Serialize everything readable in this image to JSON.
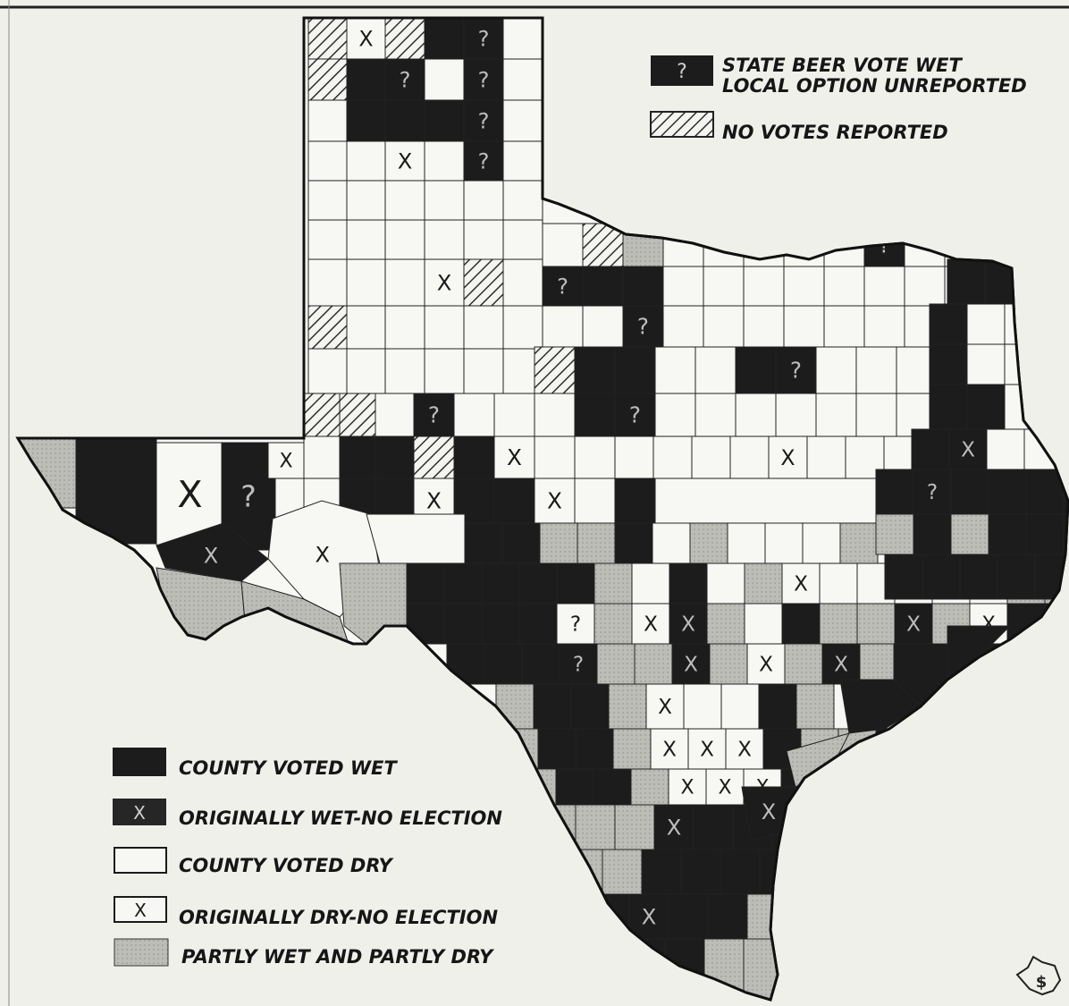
{
  "map": {
    "region": "Texas",
    "legend_top": [
      {
        "key": "wet_unreported",
        "label_line1": "STATE BEER VOTE WET",
        "label_line2": "LOCAL OPTION UNREPORTED",
        "swatch": "dark-with-question-mark"
      },
      {
        "key": "no_votes",
        "label_line1": "NO VOTES REPORTED",
        "swatch": "hatched"
      }
    ],
    "legend_bottom": [
      {
        "key": "wet",
        "label": "COUNTY VOTED WET",
        "swatch": "dark"
      },
      {
        "key": "orig_wet",
        "label": "ORIGINALLY WET-NO ELECTION",
        "swatch": "dark-with-x"
      },
      {
        "key": "dry",
        "label": "COUNTY VOTED DRY",
        "swatch": "white"
      },
      {
        "key": "orig_dry",
        "label": "ORIGINALLY DRY-NO ELECTION",
        "swatch": "white-with-x"
      },
      {
        "key": "partly",
        "label": "PARTLY WET AND PARTLY DRY",
        "swatch": "gray"
      }
    ],
    "colors": {
      "background": "#f0f0eb",
      "wet": "#1c1c1c",
      "dry": "#f7f7f4",
      "partly": "#b9b9b5",
      "outline": "#222222",
      "hatch": "#333333"
    },
    "symbols": {
      "unreported": "?",
      "no_election": "X"
    }
  }
}
